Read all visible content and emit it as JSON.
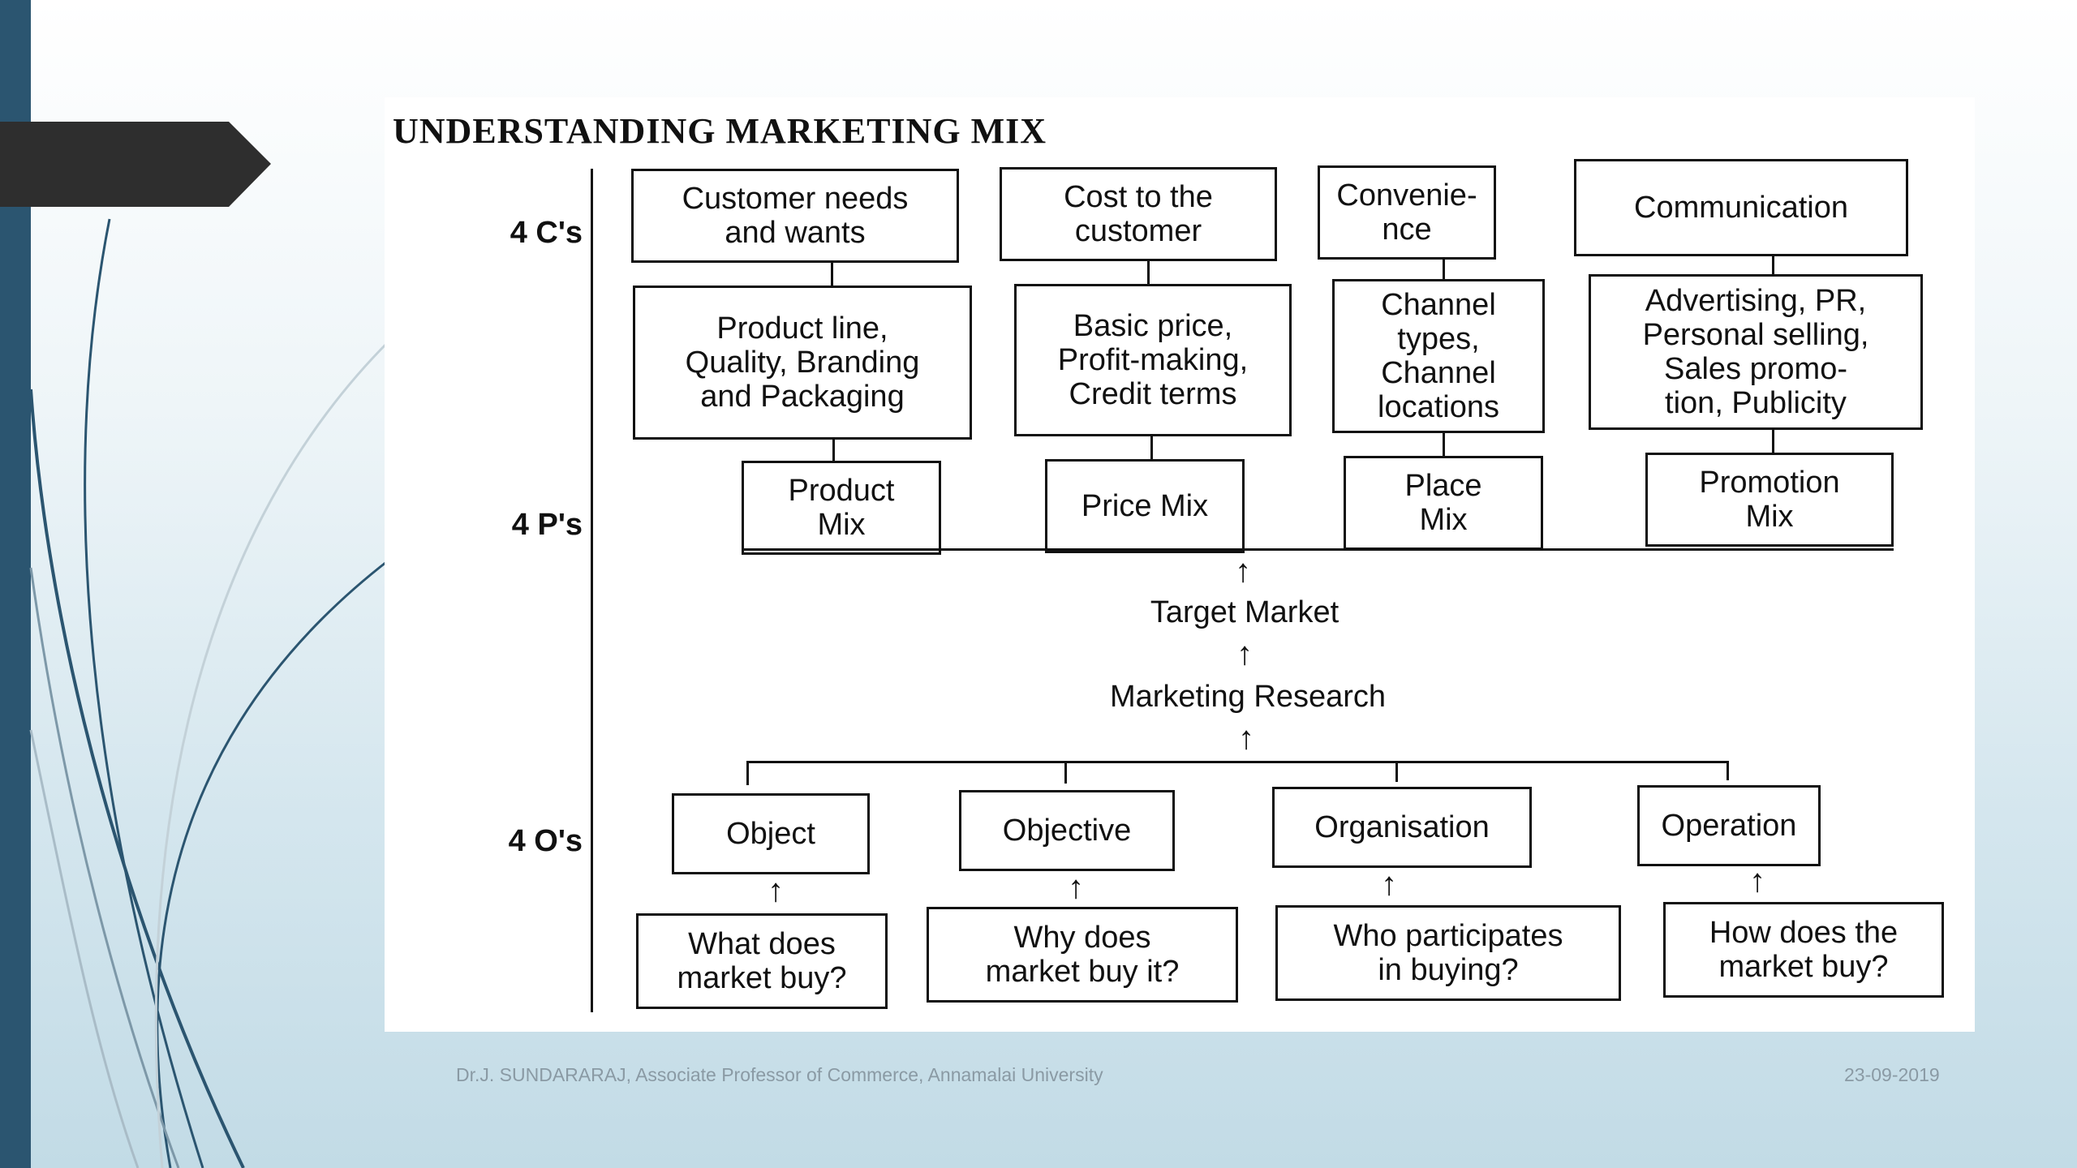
{
  "diagram": {
    "title": "UNDERSTANDING MARKETING MIX",
    "row_labels": {
      "c": "4 C's",
      "p": "4 P's",
      "o": "4 O's"
    },
    "four_cs": [
      "Customer needs\nand wants",
      "Cost to the\ncustomer",
      "Convenie-\nnce",
      "Communication"
    ],
    "details": [
      "Product line,\nQuality, Branding\nand Packaging",
      "Basic price,\nProfit-making,\nCredit terms",
      "Channel\ntypes,\nChannel\nlocations",
      "Advertising, PR,\nPersonal selling,\nSales promo-\ntion, Publicity"
    ],
    "four_ps": [
      "Product\nMix",
      "Price Mix",
      "Place\nMix",
      "Promotion\nMix"
    ],
    "target_market": "Target Market",
    "marketing_research": "Marketing Research",
    "four_os": [
      "Object",
      "Objective",
      "Organisation",
      "Operation"
    ],
    "questions": [
      "What does\nmarket buy?",
      "Why does\nmarket buy it?",
      "Who participates\nin buying?",
      "How does the\nmarket buy?"
    ],
    "arrow_glyph": "↑"
  },
  "footer": {
    "author": "Dr.J. SUNDARARAJ, Associate Professor of Commerce, Annamalai University",
    "date": "23-09-2019"
  },
  "colors": {
    "left_bar": "#2b5570",
    "tab": "#2e2e2e",
    "footer_text": "#8a9aa4"
  }
}
